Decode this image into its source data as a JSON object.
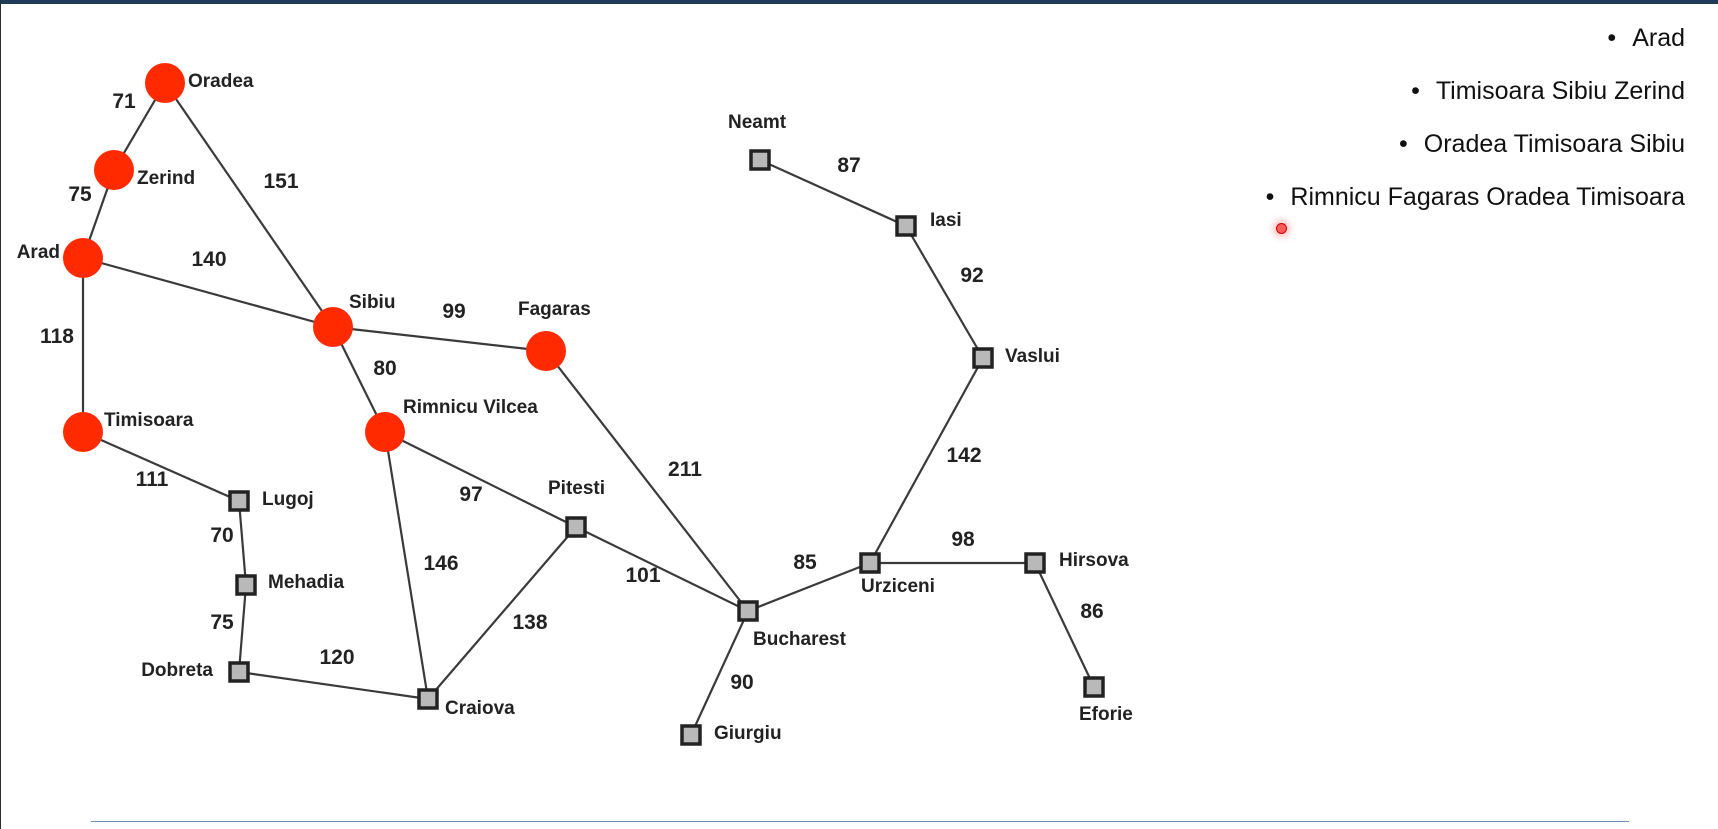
{
  "map": {
    "cities": [
      {
        "id": "oradea",
        "name": "Oradea",
        "state": "visited"
      },
      {
        "id": "zerind",
        "name": "Zerind",
        "state": "visited"
      },
      {
        "id": "arad",
        "name": "Arad",
        "state": "visited"
      },
      {
        "id": "sibiu",
        "name": "Sibiu",
        "state": "visited"
      },
      {
        "id": "fagaras",
        "name": "Fagaras",
        "state": "visited"
      },
      {
        "id": "timisoara",
        "name": "Timisoara",
        "state": "visited"
      },
      {
        "id": "rimnicu",
        "name": "Rimnicu Vilcea",
        "state": "visited"
      },
      {
        "id": "lugoj",
        "name": "Lugoj",
        "state": "unvisited"
      },
      {
        "id": "mehadia",
        "name": "Mehadia",
        "state": "unvisited"
      },
      {
        "id": "dobreta",
        "name": "Dobreta",
        "state": "unvisited"
      },
      {
        "id": "craiova",
        "name": "Craiova",
        "state": "unvisited"
      },
      {
        "id": "pitesti",
        "name": "Pitesti",
        "state": "unvisited"
      },
      {
        "id": "bucharest",
        "name": "Bucharest",
        "state": "unvisited"
      },
      {
        "id": "giurgiu",
        "name": "Giurgiu",
        "state": "unvisited"
      },
      {
        "id": "urziceni",
        "name": "Urziceni",
        "state": "unvisited"
      },
      {
        "id": "hirsova",
        "name": "Hirsova",
        "state": "unvisited"
      },
      {
        "id": "eforie",
        "name": "Eforie",
        "state": "unvisited"
      },
      {
        "id": "vaslui",
        "name": "Vaslui",
        "state": "unvisited"
      },
      {
        "id": "iasi",
        "name": "Iasi",
        "state": "unvisited"
      },
      {
        "id": "neamt",
        "name": "Neamt",
        "state": "unvisited"
      }
    ],
    "roads": [
      {
        "from": "oradea",
        "to": "zerind",
        "distance": "71"
      },
      {
        "from": "zerind",
        "to": "arad",
        "distance": "75"
      },
      {
        "from": "oradea",
        "to": "sibiu",
        "distance": "151"
      },
      {
        "from": "arad",
        "to": "sibiu",
        "distance": "140"
      },
      {
        "from": "arad",
        "to": "timisoara",
        "distance": "118"
      },
      {
        "from": "sibiu",
        "to": "fagaras",
        "distance": "99"
      },
      {
        "from": "sibiu",
        "to": "rimnicu",
        "distance": "80"
      },
      {
        "from": "timisoara",
        "to": "lugoj",
        "distance": "111"
      },
      {
        "from": "lugoj",
        "to": "mehadia",
        "distance": "70"
      },
      {
        "from": "mehadia",
        "to": "dobreta",
        "distance": "75"
      },
      {
        "from": "dobreta",
        "to": "craiova",
        "distance": "120"
      },
      {
        "from": "rimnicu",
        "to": "craiova",
        "distance": "146"
      },
      {
        "from": "rimnicu",
        "to": "pitesti",
        "distance": "97"
      },
      {
        "from": "craiova",
        "to": "pitesti",
        "distance": "138"
      },
      {
        "from": "pitesti",
        "to": "bucharest",
        "distance": "101"
      },
      {
        "from": "fagaras",
        "to": "bucharest",
        "distance": "211"
      },
      {
        "from": "bucharest",
        "to": "giurgiu",
        "distance": "90"
      },
      {
        "from": "bucharest",
        "to": "urziceni",
        "distance": "85"
      },
      {
        "from": "urziceni",
        "to": "hirsova",
        "distance": "98"
      },
      {
        "from": "hirsova",
        "to": "eforie",
        "distance": "86"
      },
      {
        "from": "urziceni",
        "to": "vaslui",
        "distance": "142"
      },
      {
        "from": "vaslui",
        "to": "iasi",
        "distance": "92"
      },
      {
        "from": "iasi",
        "to": "neamt",
        "distance": "87"
      }
    ],
    "colors": {
      "visited": "#ff2a00",
      "unvisited": "#b9b9b9",
      "road": "#3a3a3a"
    }
  },
  "queue": {
    "bullet": "•",
    "items": [
      "Arad",
      "Timisoara Sibiu Zerind",
      "Oradea Timisoara Sibiu",
      "Rimnicu Fagaras Oradea Timisoara"
    ]
  }
}
